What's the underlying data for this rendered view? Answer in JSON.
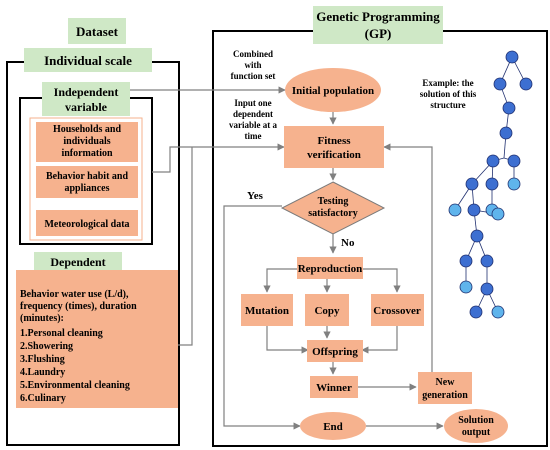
{
  "dataset": {
    "title": "Dataset",
    "individual_scale": "Individual scale",
    "independent_variable": [
      "Independent",
      "variable"
    ],
    "inputs": [
      [
        "Households and",
        "individuals",
        "information"
      ],
      [
        "Behavior habit and",
        "appliances"
      ],
      [
        "Meteorological data"
      ]
    ],
    "dependent_variable": [
      "Dependent",
      "variable"
    ],
    "dependent_desc": [
      "Behavior water use (L/d),",
      "frequency (times),  duration",
      "(minutes):"
    ],
    "dependent_items": [
      "1.Personal cleaning",
      "2.Showering",
      "3.Flushing",
      "4.Laundry",
      "5.Environmental cleaning",
      "6.Culinary"
    ]
  },
  "gp": {
    "title": [
      "Genetic Programming",
      "(GP)"
    ],
    "combined_note": [
      "Combined",
      "with",
      "function set"
    ],
    "input_note": [
      "Input one",
      "dependent",
      "variable at a",
      "time"
    ],
    "example_note": [
      "Example: the",
      "solution of this",
      "structure"
    ],
    "nodes": {
      "initial_population": "Initial population",
      "fitness": [
        "Fitness",
        "verification"
      ],
      "testing": [
        "Testing",
        "satisfactory"
      ],
      "yes": "Yes",
      "no": "No",
      "reproduction": "Reproduction",
      "mutation": "Mutation",
      "copy": "Copy",
      "crossover": "Crossover",
      "offspring": "Offspring",
      "winner": "Winner",
      "new_generation": [
        "New",
        "generation"
      ],
      "end": "End",
      "solution_output": [
        "Solution",
        "output"
      ]
    }
  },
  "colors": {
    "green_box": "#cfe8c6",
    "orange_box": "#f6b28e",
    "tree_node": "#3d6fd1",
    "tree_node_light": "#5fb4ec",
    "arrow": "#808080"
  }
}
